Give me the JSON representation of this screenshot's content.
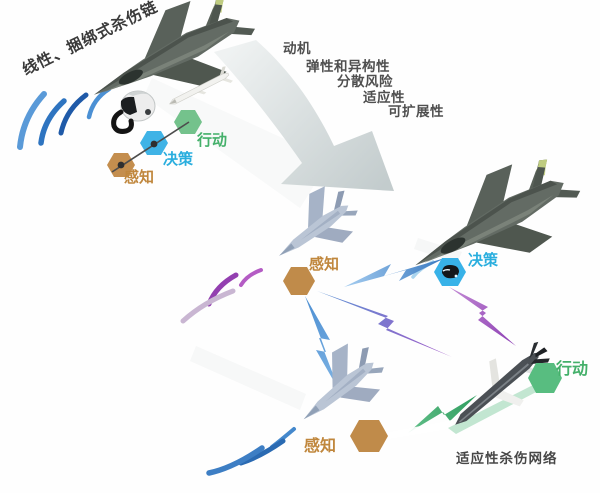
{
  "legacy_chain": {
    "title": "线性、捆绑式杀伤链",
    "stages": {
      "sense": "感知",
      "decide": "决策",
      "act": "行动"
    }
  },
  "transition": {
    "attributes": [
      "动机",
      "弹性和异构性",
      "分散风险",
      "适应性",
      "可扩展性"
    ]
  },
  "adaptive_network": {
    "title": "适应性杀伤网络",
    "nodes": {
      "sense_drone_1": "感知",
      "decide_fighter": "决策",
      "sense_drone_2": "感知",
      "act_missile": "行动"
    }
  },
  "colors": {
    "sense_text": "#c0873d",
    "decide_text": "#2aaede",
    "act_text": "#44b06a",
    "hex_sense": "#c28c4c",
    "hex_decide": "#3fb3e6",
    "hex_act": "#62bf86",
    "body_text": "#4a4a4a",
    "bolt_blue": "#3878c0",
    "bolt_purple": "#9340b2",
    "bolt_green": "#2e9c5e",
    "wave_blue": "#2a6cb4",
    "wave_purple": "#9b3fb0"
  }
}
